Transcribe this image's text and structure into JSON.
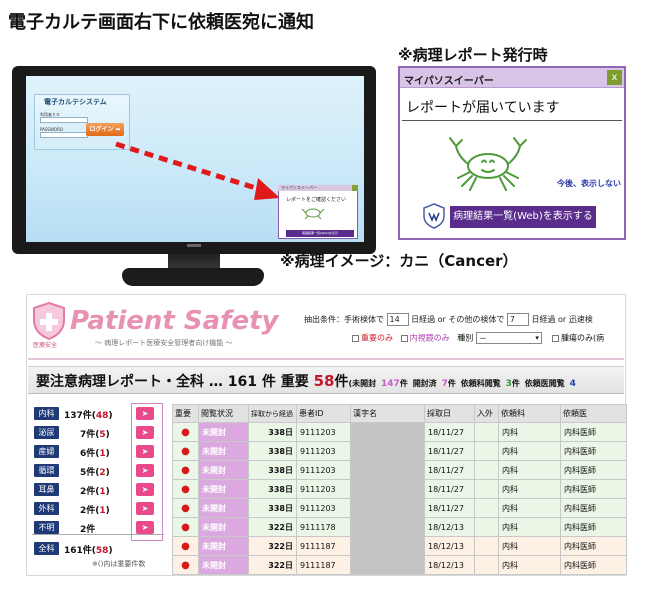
{
  "heading": {
    "title": "電子カルテ画面右下に依頼医宛に通知",
    "popup_note": "※病理レポート発行時",
    "pathology_note": "※病理イメージ：カニ（Cancer）"
  },
  "emr": {
    "title": "電子カルテシステム",
    "id_label": "利用者ＩＤ",
    "password_label": "PASSWORD",
    "login_button": "ログイン ➡"
  },
  "mini_popup": {
    "title": "マイパソスイーパー",
    "message": "レポートをご確認ください",
    "button": "病理結果一覧(Web)を表示"
  },
  "popup": {
    "title": "マイパソスイーパー",
    "close": "x",
    "message": "レポートが届いています",
    "dismiss": "今後、表示しない",
    "results_button": "病理結果一覧(Web)を表示する"
  },
  "app": {
    "title": "Patient Safety",
    "logo_caption": "医療安全",
    "subtitle": "～ 病理レポート医療安全管理者向け機能 ～",
    "filter": {
      "prefix": "抽出条件：手術検体で",
      "surgery_days": "14",
      "mid": "日経過 or その他の検体で",
      "other_days": "7",
      "suffix": "日経過 or 迅速検",
      "important_only": "重要のみ",
      "internal_only": "内視鏡のみ",
      "type_label": "種別",
      "type_value": "－",
      "tumor_only": "腫瘍のみ(病"
    },
    "summary": {
      "label": "要注意病理レポート・全科 … 161 件",
      "important_label": "重要",
      "important_count": "58",
      "important_unit": "件",
      "unopened_label": "(未開封",
      "unopened_count": "147",
      "unopened_unit": "件",
      "opened_label": "開封済",
      "opened_count": "7",
      "opened_unit": "件",
      "dept_viewed_label": "依頼科閲覧",
      "dept_viewed_count": "3",
      "dept_viewed_unit": "件",
      "doctor_viewed_label": "依頼医閲覧",
      "doctor_viewed_count": "4"
    },
    "departments": [
      {
        "name": "内科",
        "count": "137件",
        "open": "(",
        "important": "48",
        "close": ")"
      },
      {
        "name": "泌尿",
        "count": "7件",
        "open": "(",
        "important": "5",
        "close": ")"
      },
      {
        "name": "産婦",
        "count": "6件",
        "open": "(",
        "important": "1",
        "close": ")"
      },
      {
        "name": "循環",
        "count": "5件",
        "open": "(",
        "important": "2",
        "close": ")"
      },
      {
        "name": "耳鼻",
        "count": "2件",
        "open": "(",
        "important": "1",
        "close": ")"
      },
      {
        "name": "外科",
        "count": "2件",
        "open": "(",
        "important": "1",
        "close": ")"
      },
      {
        "name": "不明",
        "count": "2件",
        "open": "",
        "important": "",
        "close": ""
      }
    ],
    "send_icon": "➤",
    "total": {
      "name": "全科",
      "count": "161件",
      "open": "(",
      "important": "58",
      "close": ")"
    },
    "legend_note": "※()内は重要件数",
    "table": {
      "headers": [
        "重要",
        "閲覧状況",
        "採取から経過",
        "患者ID",
        "漢字名",
        "採取日",
        "入外",
        "依頼科",
        "依頼医"
      ],
      "rows": [
        {
          "dot": "●",
          "status": "未開封",
          "elapsed": "338日",
          "patient_id": "9111203",
          "date": "18/11/27",
          "inout": "",
          "dept": "内科",
          "doctor": "内科医師",
          "tone": "green"
        },
        {
          "dot": "●",
          "status": "未開封",
          "elapsed": "338日",
          "patient_id": "9111203",
          "date": "18/11/27",
          "inout": "",
          "dept": "内科",
          "doctor": "内科医師",
          "tone": "green"
        },
        {
          "dot": "●",
          "status": "未開封",
          "elapsed": "338日",
          "patient_id": "9111203",
          "date": "18/11/27",
          "inout": "",
          "dept": "内科",
          "doctor": "内科医師",
          "tone": "green"
        },
        {
          "dot": "●",
          "status": "未開封",
          "elapsed": "338日",
          "patient_id": "9111203",
          "date": "18/11/27",
          "inout": "",
          "dept": "内科",
          "doctor": "内科医師",
          "tone": "green"
        },
        {
          "dot": "●",
          "status": "未開封",
          "elapsed": "338日",
          "patient_id": "9111203",
          "date": "18/11/27",
          "inout": "",
          "dept": "内科",
          "doctor": "内科医師",
          "tone": "green"
        },
        {
          "dot": "●",
          "status": "未開封",
          "elapsed": "322日",
          "patient_id": "9111178",
          "date": "18/12/13",
          "inout": "",
          "dept": "内科",
          "doctor": "内科医師",
          "tone": "green"
        },
        {
          "dot": "●",
          "status": "未開封",
          "elapsed": "322日",
          "patient_id": "9111187",
          "date": "18/12/13",
          "inout": "",
          "dept": "内科",
          "doctor": "内科医師",
          "tone": "peach"
        },
        {
          "dot": "●",
          "status": "未開封",
          "elapsed": "322日",
          "patient_id": "9111187",
          "date": "18/12/13",
          "inout": "",
          "dept": "内科",
          "doctor": "内科医師",
          "tone": "peach"
        }
      ]
    }
  }
}
